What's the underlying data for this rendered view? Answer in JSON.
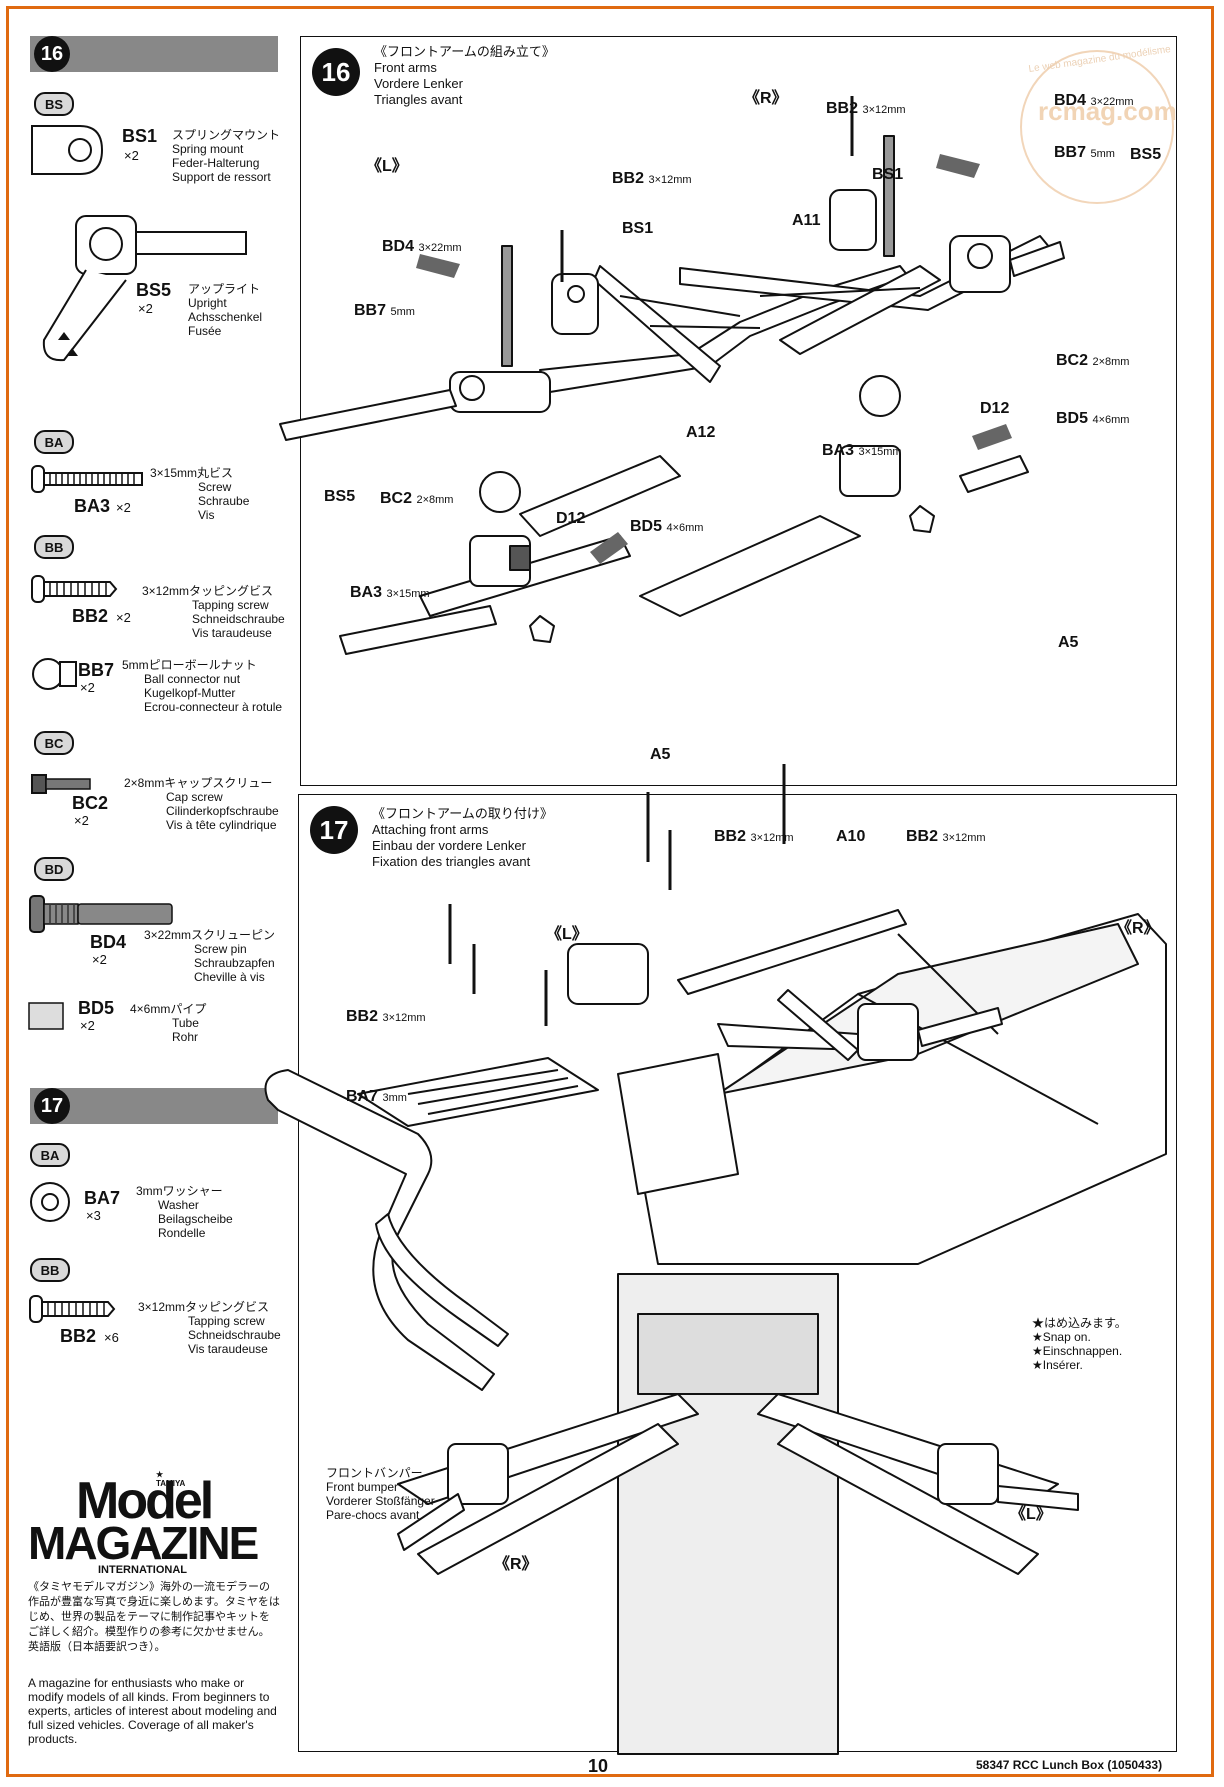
{
  "page_number": "10",
  "footer_text": "58347 RCC Lunch Box (1050433)",
  "watermark": {
    "text": "rcmag.com",
    "subtext": "Le web magazine du modélisme"
  },
  "sidebar16": {
    "step": "16",
    "groups": [
      {
        "category": "BS",
        "parts": [
          {
            "code": "BS1",
            "qty": "×2",
            "lines": [
              "スプリングマウント",
              "Spring mount",
              "Feder-Halterung",
              "Support de ressort"
            ]
          },
          {
            "code": "BS5",
            "qty": "×2",
            "lines": [
              "アップライト",
              "Upright",
              "Achsschenkel",
              "Fusée"
            ]
          }
        ]
      },
      {
        "category": "BA",
        "parts": [
          {
            "code": "BA3",
            "qty": "×2",
            "lines": [
              "3×15mm丸ビス",
              "Screw",
              "Schraube",
              "Vis"
            ]
          }
        ]
      },
      {
        "category": "BB",
        "parts": [
          {
            "code": "BB2",
            "qty": "×2",
            "lines": [
              "3×12mmタッピングビス",
              "Tapping screw",
              "Schneidschraube",
              "Vis taraudeuse"
            ]
          },
          {
            "code": "BB7",
            "qty": "×2",
            "lines": [
              "5mmピローボールナット",
              "Ball connector nut",
              "Kugelkopf-Mutter",
              "Ecrou-connecteur à rotule"
            ]
          }
        ]
      },
      {
        "category": "BC",
        "parts": [
          {
            "code": "BC2",
            "qty": "×2",
            "lines": [
              "2×8mmキャップスクリュー",
              "Cap screw",
              "Cilinderkopfschraube",
              "Vis à tête cylindrique"
            ]
          }
        ]
      },
      {
        "category": "BD",
        "parts": [
          {
            "code": "BD4",
            "qty": "×2",
            "lines": [
              "3×22mmスクリューピン",
              "Screw pin",
              "Schraubzapfen",
              "Cheville à vis"
            ]
          },
          {
            "code": "BD5",
            "qty": "×2",
            "lines": [
              "4×6mmパイプ",
              "Tube",
              "Rohr"
            ]
          }
        ]
      }
    ]
  },
  "sidebar17": {
    "step": "17",
    "groups": [
      {
        "category": "BA",
        "parts": [
          {
            "code": "BA7",
            "qty": "×3",
            "lines": [
              "3mmワッシャー",
              "Washer",
              "Beilagscheibe",
              "Rondelle"
            ]
          }
        ]
      },
      {
        "category": "BB",
        "parts": [
          {
            "code": "BB2",
            "qty": "×6",
            "lines": [
              "3×12mmタッピングビス",
              "Tapping screw",
              "Schneidschraube",
              "Vis taraudeuse"
            ]
          }
        ]
      }
    ]
  },
  "magazine_ad": {
    "brand": "TAMIYA",
    "title1": "Model",
    "title2": "MAGAZINE",
    "title3": "INTERNATIONAL",
    "jp_text": "《タミヤモデルマガジン》海外の一流モデラーの作品が豊富な写真で身近に楽しめます。タミヤをはじめ、世界の製品をテーマに制作記事やキットをご詳しく紹介。模型作りの参考に欠かせません。英語版（日本語要訳つき）。",
    "en_text": "A magazine for enthusiasts who make or modify models of all kinds. From beginners to experts, articles of interest about modeling and full sized vehicles. Coverage of all maker's products."
  },
  "step16": {
    "number": "16",
    "title_lines": [
      "《フロントアームの組み立て》",
      "Front arms",
      "Vordere Lenker",
      "Triangles avant"
    ],
    "left_marker": "《L》",
    "right_marker": "《R》",
    "labels": {
      "bb2_l": "BB2",
      "bb2_l_size": "3×12mm",
      "bs1_l": "BS1",
      "bd4_l": "BD4",
      "bd4_l_size": "3×22mm",
      "bb7_l": "BB7",
      "bb7_l_size": "5mm",
      "a12": "A12",
      "bs5_l": "BS5",
      "bc2_l": "BC2",
      "bc2_l_size": "2×8mm",
      "bb2_r": "BB2",
      "bb2_r_size": "3×12mm",
      "bd4_r": "BD4",
      "bd4_r_size": "3×22mm",
      "bs1_r": "BS1",
      "bb7_r": "BB7",
      "bb7_r_size": "5mm",
      "bs5_r": "BS5",
      "a11": "A11",
      "bc2_r": "BC2",
      "bc2_r_size": "2×8mm",
      "d12_r": "D12",
      "bd5_r": "BD5",
      "bd5_r_size": "4×6mm",
      "ba3_r": "BA3",
      "ba3_r_size": "3×15mm",
      "a5_r": "A5",
      "d12_l": "D12",
      "bd5_l": "BD5",
      "bd5_l_size": "4×6mm",
      "ba3_l": "BA3",
      "ba3_l_size": "3×15mm",
      "a5_l": "A5"
    }
  },
  "step17": {
    "number": "17",
    "title_lines": [
      "《フロントアームの取り付け》",
      "Attaching front arms",
      "Einbau der vordere Lenker",
      "Fixation des triangles avant"
    ],
    "labels": {
      "bb2_a": "BB2",
      "bb2_a_size": "3×12mm",
      "a10": "A10",
      "bb2_b": "BB2",
      "bb2_b_size": "3×12mm",
      "left_marker": "《L》",
      "right_marker": "《R》",
      "bb2_c": "BB2",
      "bb2_c_size": "3×12mm",
      "ba7": "BA7",
      "ba7_size": "3mm",
      "left_marker_bottom": "《L》",
      "right_marker_bottom": "《R》"
    },
    "snap_note": [
      "★はめ込みます。",
      "★Snap on.",
      "★Einschnappen.",
      "★Insérer."
    ],
    "bumper_note": [
      "フロントバンパー",
      "Front bumper",
      "Vorderer Stoßfänger",
      "Pare-chocs avant"
    ]
  }
}
